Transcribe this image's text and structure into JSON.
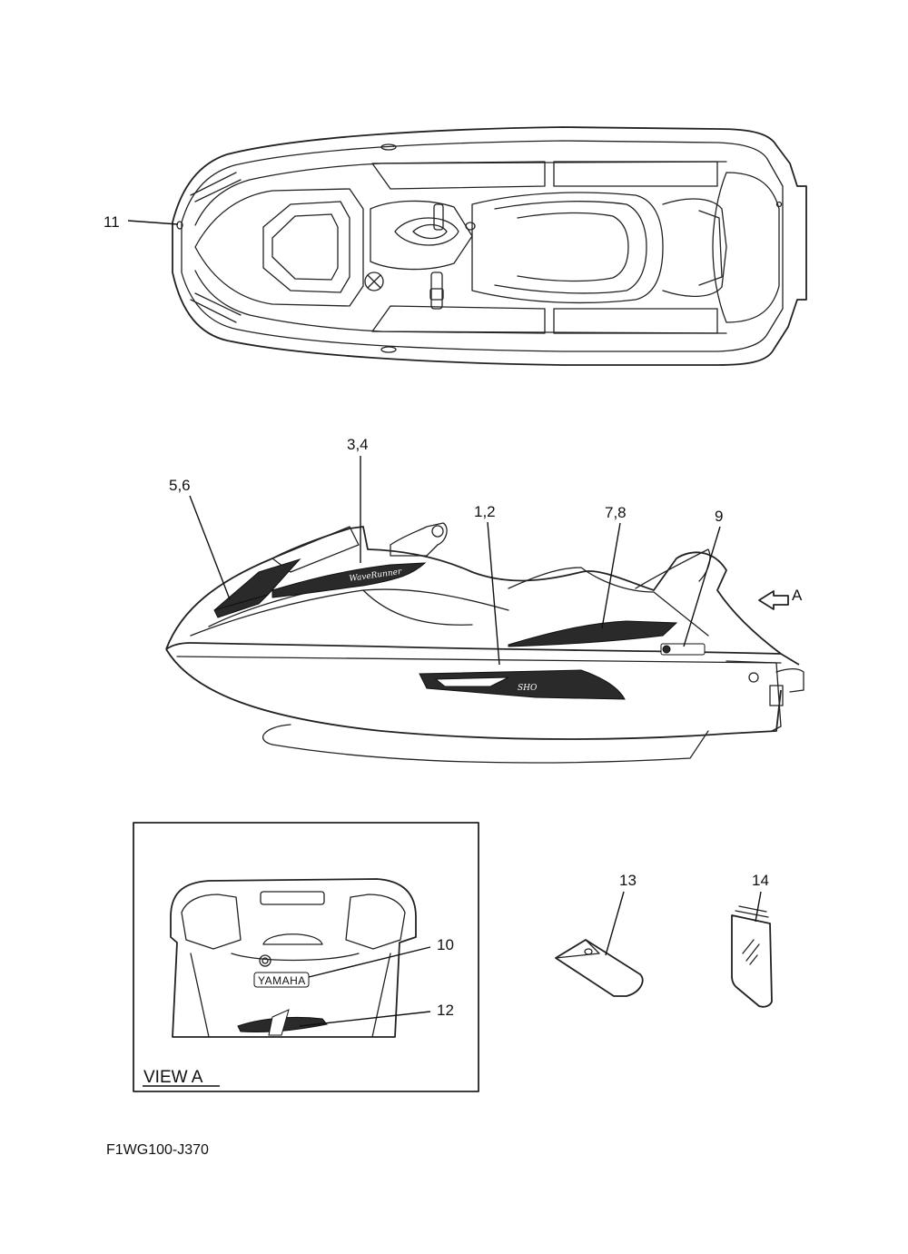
{
  "callouts": {
    "c1": "11",
    "c2": "3,4",
    "c3": "5,6",
    "c4": "1,2",
    "c5": "7,8",
    "c6": "9",
    "c7": "A",
    "c8": "10",
    "c9": "12",
    "c10": "13",
    "c11": "14"
  },
  "view_box_title": "VIEW A",
  "drawing_code": "F1WG100-J370",
  "decal_text": {
    "yamaha": "YAMAHA",
    "sho": "SHO",
    "waverunner": "WaveRunner"
  }
}
